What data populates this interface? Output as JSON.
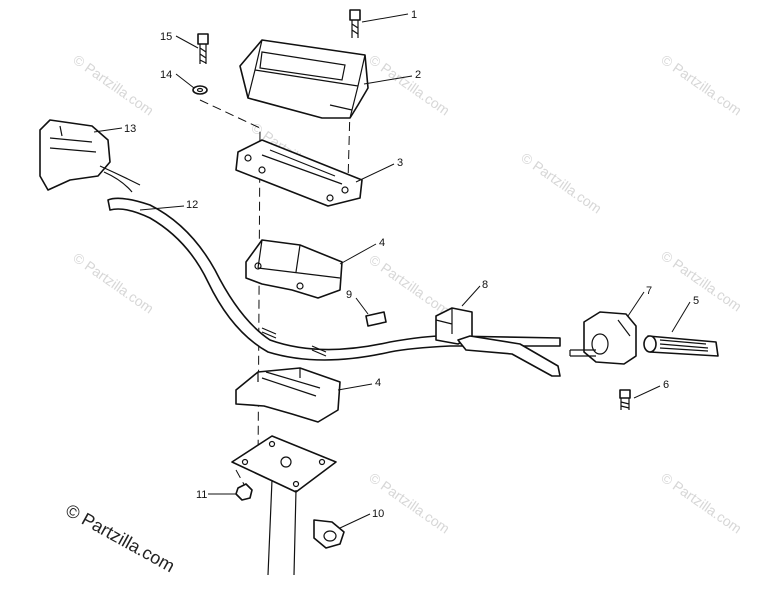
{
  "watermarks": [
    "© Partzilla.com",
    "© Partzilla.com",
    "© Partzilla.com",
    "© Partzilla.com",
    "© Partzilla.com",
    "© Partzilla.com",
    "© Partzilla.com",
    "© Partzilla.com",
    "© Partzilla.com",
    "© Partzilla.com"
  ],
  "copyright": "© Partzilla.com",
  "callouts": [
    "1",
    "2",
    "3",
    "4",
    "4",
    "5",
    "6",
    "7",
    "8",
    "9",
    "10",
    "11",
    "12",
    "13",
    "14",
    "15"
  ]
}
